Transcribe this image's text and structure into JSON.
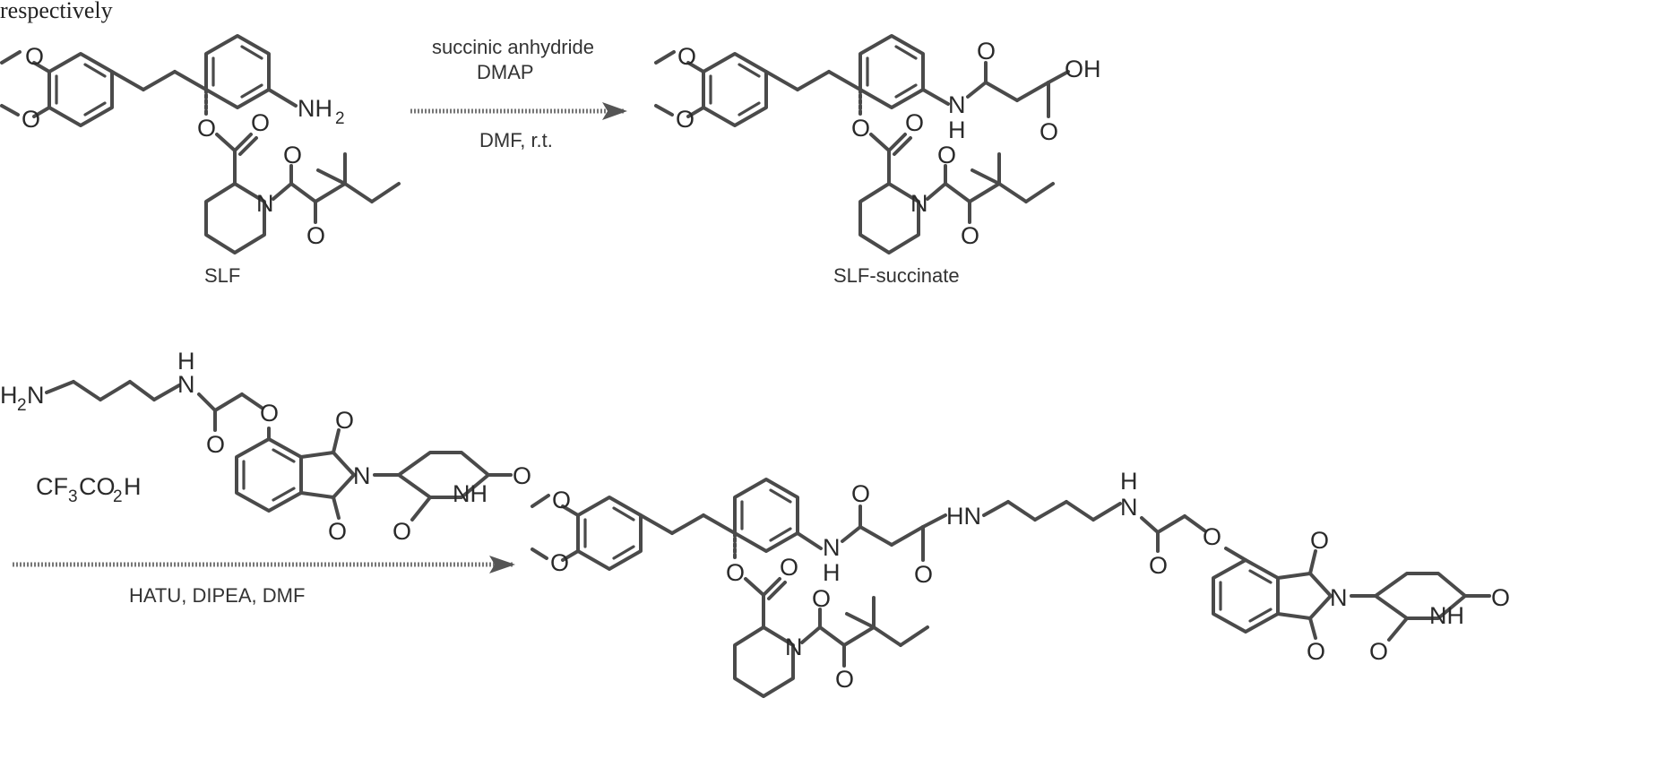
{
  "header_fragment": "respectively",
  "compounds": {
    "slf": {
      "label": "SLF",
      "amine": "NH",
      "amine_sub": "2"
    },
    "slf_succinate": {
      "label": "SLF-succinate",
      "acid": "OH"
    },
    "linker": {
      "amine": "H",
      "amine_sub": "2",
      "amine_n": "N",
      "acid": "CF",
      "acid_sub": "3",
      "acid_tail": "CO",
      "acid_sub2": "2",
      "acid_end": "H"
    }
  },
  "atoms": {
    "oxygen": "O",
    "nitrogen": "N",
    "hydrogen": "H",
    "nh": "NH",
    "hn": "HN"
  },
  "reactions": {
    "step1": {
      "reagent_line1": "succinic anhydride",
      "reagent_line2": "DMAP",
      "conditions": "DMF, r.t."
    },
    "step2": {
      "conditions": "HATU, DIPEA, DMF"
    }
  }
}
